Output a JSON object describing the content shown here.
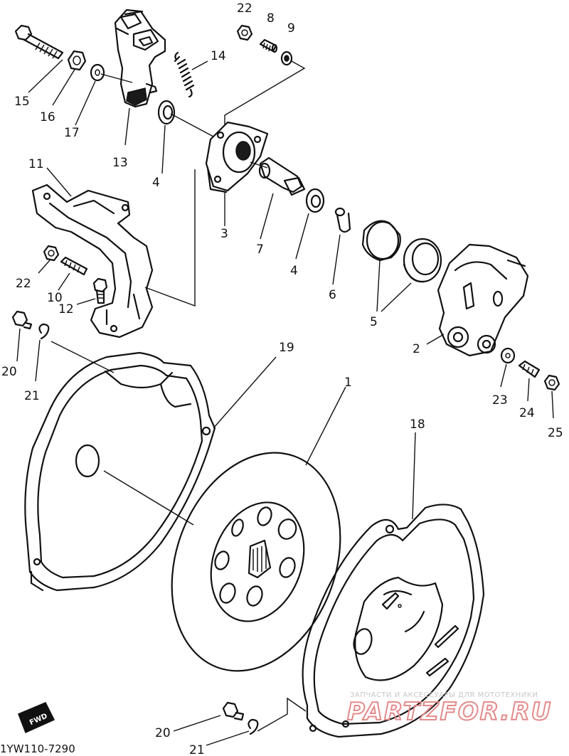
{
  "diagram": {
    "labels": {
      "p1": "1",
      "p2": "2",
      "p3": "3",
      "p4a": "4",
      "p4b": "4",
      "p5": "5",
      "p6": "6",
      "p7": "7",
      "p8": "8",
      "p9": "9",
      "p10": "10",
      "p11": "11",
      "p12": "12",
      "p13": "13",
      "p14": "14",
      "p15": "15",
      "p16": "16",
      "p17": "17",
      "p18": "18",
      "p19": "19",
      "p20a": "20",
      "p20b": "20",
      "p21a": "21",
      "p21b": "21",
      "p22a": "22",
      "p22b": "22",
      "p23": "23",
      "p24": "24",
      "p25": "25"
    },
    "fwd_text": "FWD",
    "figure_code": "1YW110-7290"
  },
  "watermark": {
    "line1": "ЗАПЧАСТИ И АКСЕССУАРЫ ДЛЯ МОТОТЕХНИКИ",
    "line2": "PARTZFOR.RU"
  }
}
